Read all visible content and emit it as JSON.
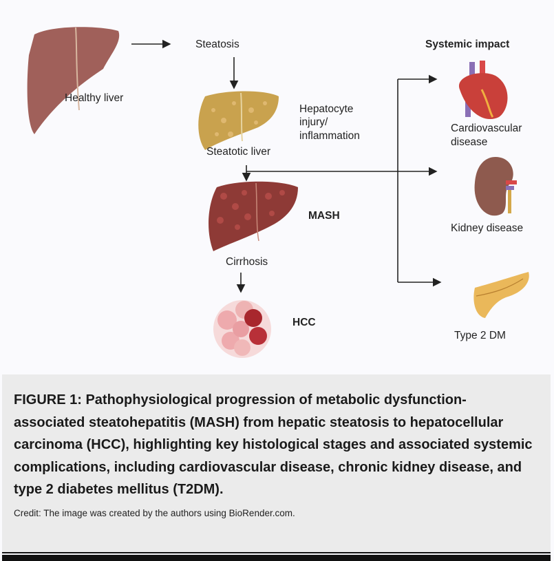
{
  "diagram": {
    "healthy_liver": "Healthy liver",
    "steatosis": "Steatosis",
    "steatotic_liver": "Steatotic liver",
    "hepatocyte_injury": [
      "Hepatocyte",
      "injury/",
      "inflammation"
    ],
    "mash": "MASH",
    "cirrhosis": "Cirrhosis",
    "hcc": "HCC",
    "systemic_impact": "Systemic impact",
    "cardiovascular": [
      "Cardiovascular",
      "disease"
    ],
    "kidney": "Kidney disease",
    "diabetes": "Type 2 DM"
  },
  "caption": {
    "title": "FIGURE 1: Pathophysiological progression of metabolic dysfunction-associated steatohepatitis (MASH) from hepatic steatosis to hepatocellular carcinoma (HCC), highlighting key histological stages and associated systemic complications, including cardiovascular disease, chronic kidney disease, and type 2 diabetes mellitus (T2DM).",
    "credit": "Credit: The image was created by the authors using BioRender.com."
  },
  "colors": {
    "healthy_liver": "#a0605a",
    "steatotic_liver": "#c9a24e",
    "mash_liver": "#8e3a36",
    "caption_bg": "#ebebeb"
  }
}
